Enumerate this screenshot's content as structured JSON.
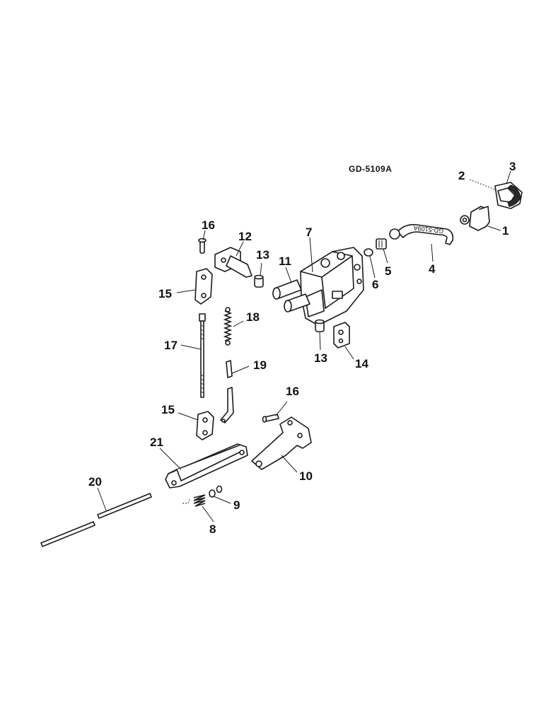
{
  "drawing": {
    "code": "GD-5109A",
    "pipe_stamp": "GD-5109A"
  },
  "callouts": {
    "c1": "1",
    "c2": "2",
    "c3": "3",
    "c4": "4",
    "c5": "5",
    "c6": "6",
    "c7": "7",
    "c8": "8",
    "c9": "9",
    "c10": "10",
    "c11": "11",
    "c12": "12",
    "c13a": "13",
    "c13b": "13",
    "c14": "14",
    "c15a": "15",
    "c15b": "15",
    "c16a": "16",
    "c16b": "16",
    "c17": "17",
    "c18": "18",
    "c19": "19",
    "c20": "20",
    "c21": "21"
  }
}
